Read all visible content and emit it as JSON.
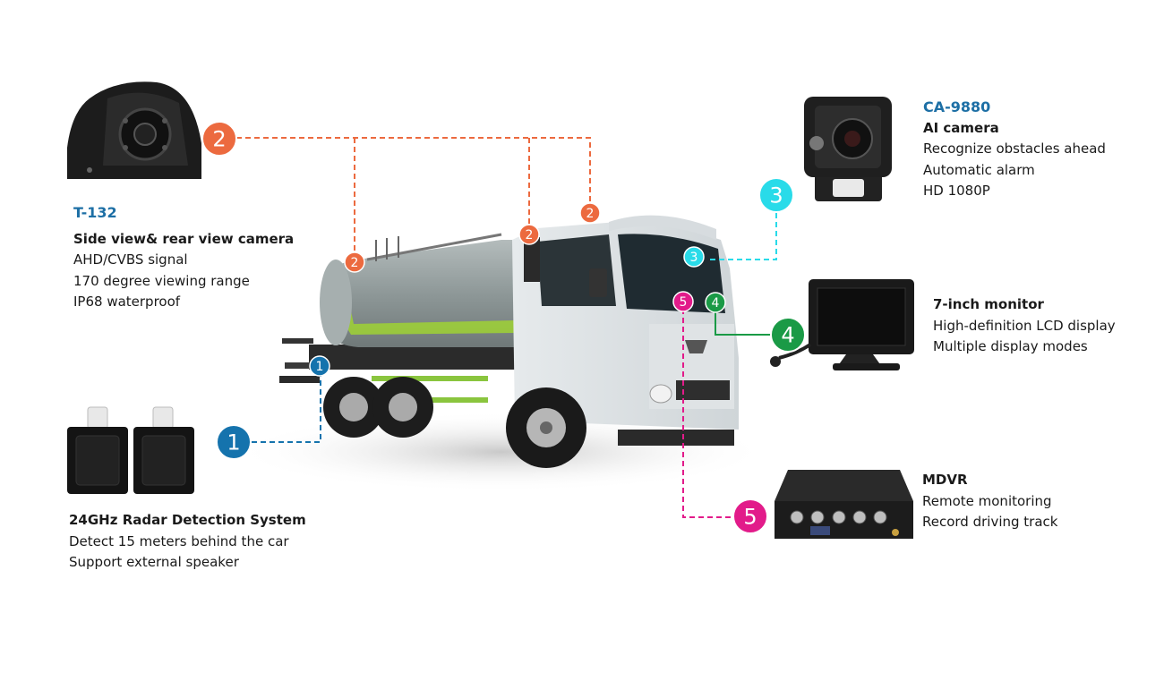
{
  "colors": {
    "c1": "#1573ad",
    "c2": "#ec6a3f",
    "c3": "#29dbe9",
    "c4": "#1a9a46",
    "c5": "#e21b8a",
    "model": "#1d6fa5",
    "text": "#1a1a1a"
  },
  "devices": {
    "side_camera": {
      "model": "T-132",
      "title": "Side view& rear view camera",
      "lines": [
        "AHD/CVBS signal",
        "170 degree viewing range",
        "IP68 waterproof"
      ]
    },
    "radar": {
      "title": "24GHz Radar Detection System",
      "lines": [
        "Detect 15 meters behind the car",
        "Support external speaker"
      ]
    },
    "ai_camera": {
      "model": "CA-9880",
      "title": "AI camera",
      "lines": [
        "Recognize obstacles ahead",
        "Automatic alarm",
        "HD 1080P"
      ]
    },
    "monitor": {
      "title": "7-inch monitor",
      "lines": [
        "High-definition LCD display",
        "Multiple display modes"
      ]
    },
    "mdvr": {
      "title": "MDVR",
      "lines": [
        "Remote monitoring",
        "Record driving track"
      ]
    }
  },
  "markers": {
    "m1": "1",
    "m2": "2",
    "m3": "3",
    "m4": "4",
    "m5": "5"
  }
}
